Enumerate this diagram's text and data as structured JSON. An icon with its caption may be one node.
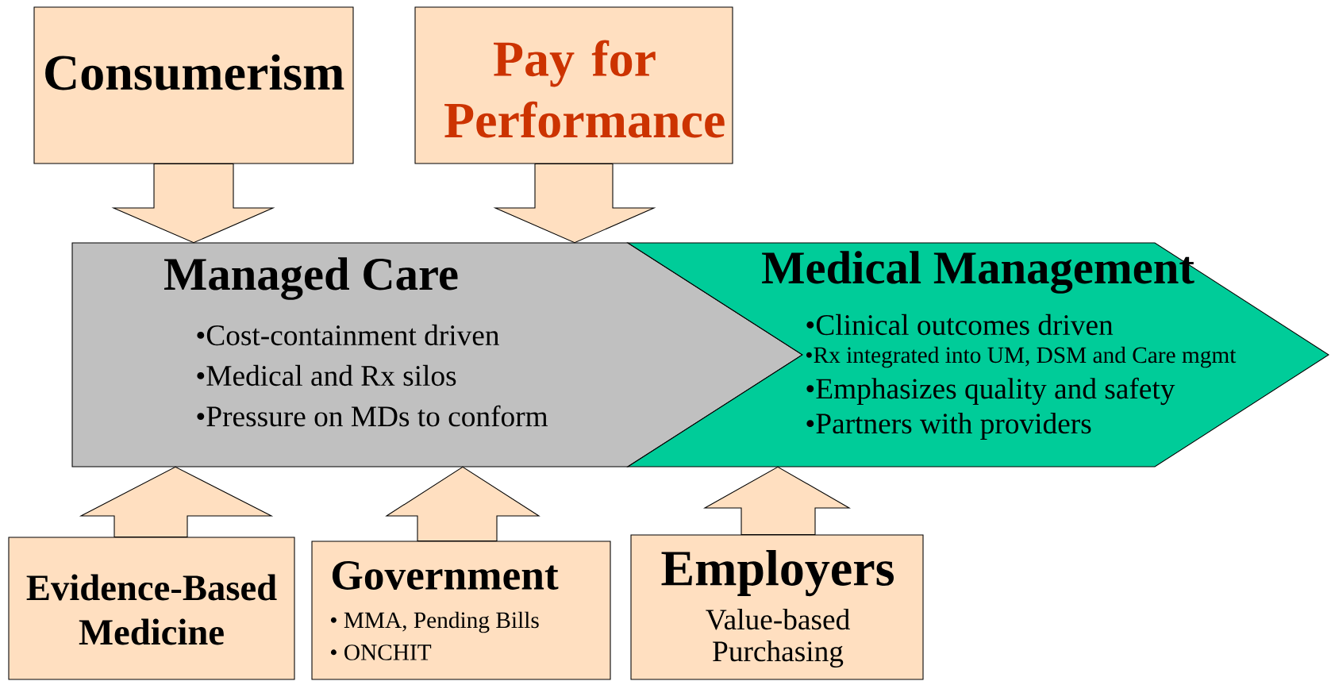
{
  "diagram": {
    "nodes": [
      {
        "text": [
          "Consumerism"
        ]
      },
      {
        "text": [
          "Pay for Performance"
        ]
      },
      {
        "text": [
          "Managed Care",
          "•Cost-containment driven",
          "•Medical and Rx silos",
          "•Pressure on MDs to conform"
        ]
      },
      {
        "text": [
          "Medical Management",
          "•Clinical outcomes driven",
          "•Rx integrated into UM, DSM and Care mgmt",
          "•Emphasizes quality and safety",
          "•Partners with providers"
        ]
      },
      {
        "text": [
          "Evidence-Based Medicine"
        ]
      },
      {
        "text": [
          "Government",
          "• MMA, Pending Bills",
          "• ONCHIT"
        ]
      },
      {
        "text": [
          "Employers",
          "Value-based Purchasing"
        ]
      }
    ],
    "edges": [
      {
        "from": 0,
        "to": 2,
        "arrow": "to"
      },
      {
        "from": 1,
        "to": 2,
        "arrow": "to"
      },
      {
        "from": 4,
        "to": 2,
        "arrow": "to"
      },
      {
        "from": 5,
        "to": 2,
        "arrow": "to"
      },
      {
        "from": 6,
        "to": 3,
        "arrow": "to"
      }
    ]
  }
}
